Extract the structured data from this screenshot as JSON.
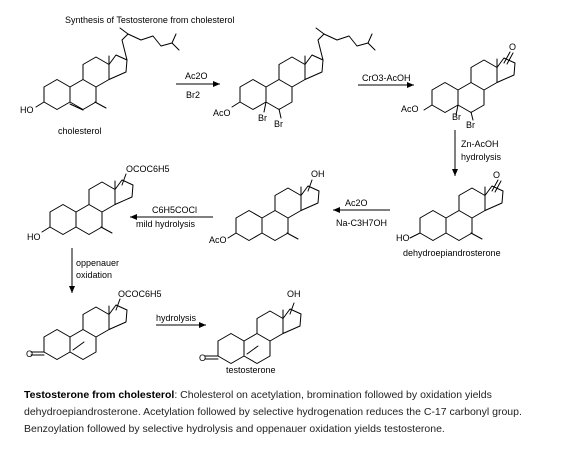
{
  "title": "Synthesis of Testosterone from cholesterol",
  "compounds": {
    "cholesterol": "cholesterol",
    "dhea": "dehydroepiandrosterone",
    "testosterone": "testosterone"
  },
  "atom_labels": {
    "ho": "HO",
    "aco": "AcO",
    "br": "Br",
    "oh": "OH",
    "o": "O",
    "ococ6h5": "OCOC6H5"
  },
  "steps": {
    "s1_top": "Ac2O",
    "s1_bottom": "Br2",
    "s2": "CrO3-AcOH",
    "s3_a": "Zn-AcOH",
    "s3_b": "hydrolysis",
    "s4_top": "Ac2O",
    "s4_bottom": "Na-C3H7OH",
    "s5_top": "C6H5COCl",
    "s5_bottom": "mild hydrolysis",
    "s6_a": "oppenauer",
    "s6_b": "oxidation",
    "s7": "hydrolysis"
  },
  "caption": {
    "bold": "Testosterone from cholesterol",
    "text": ": Cholesterol on acetylation, bromination followed by oxidation yields dehydroepiandrosterone. Acetylation followed by selective hydrogenation reduces the C-17 carbonyl group. Benzoylation followed by selective hydrolysis and oppenauer oxidation yields testosterone."
  }
}
